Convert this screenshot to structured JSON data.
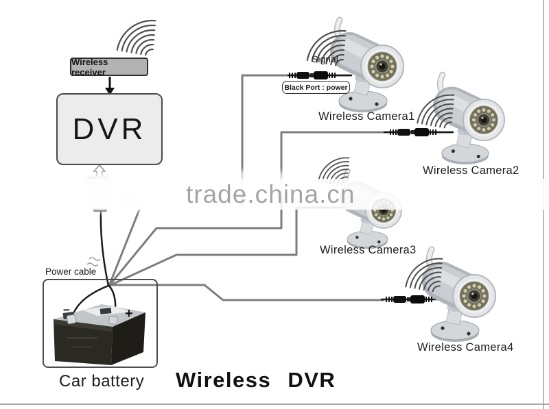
{
  "diagram": {
    "title": "Wireless DVR",
    "receiver_label": "Wireless receiver",
    "dvr_label": "DVR",
    "signal_label": "Signal",
    "black_port_label": "Black Port : power",
    "power_cable_label": "Power cable",
    "battery_label": "Car battery",
    "battery_minus": "−",
    "battery_plus": "+",
    "watermark": "trade.china.cn",
    "cameras": [
      {
        "label": "Wireless Camera1"
      },
      {
        "label": "Wireless Camera2"
      },
      {
        "label": "Wireless Camera3"
      },
      {
        "label": "Wireless Camera4"
      }
    ]
  },
  "colors": {
    "wire_gray": "#7d7d7d",
    "cable_black": "#1a1a1a",
    "receiver_box_fill": "#b3b3b3",
    "dvr_box_fill": "#ececec",
    "watermark_gray": "#9c9c9c",
    "camera_body_silver": "#c9ced3"
  }
}
